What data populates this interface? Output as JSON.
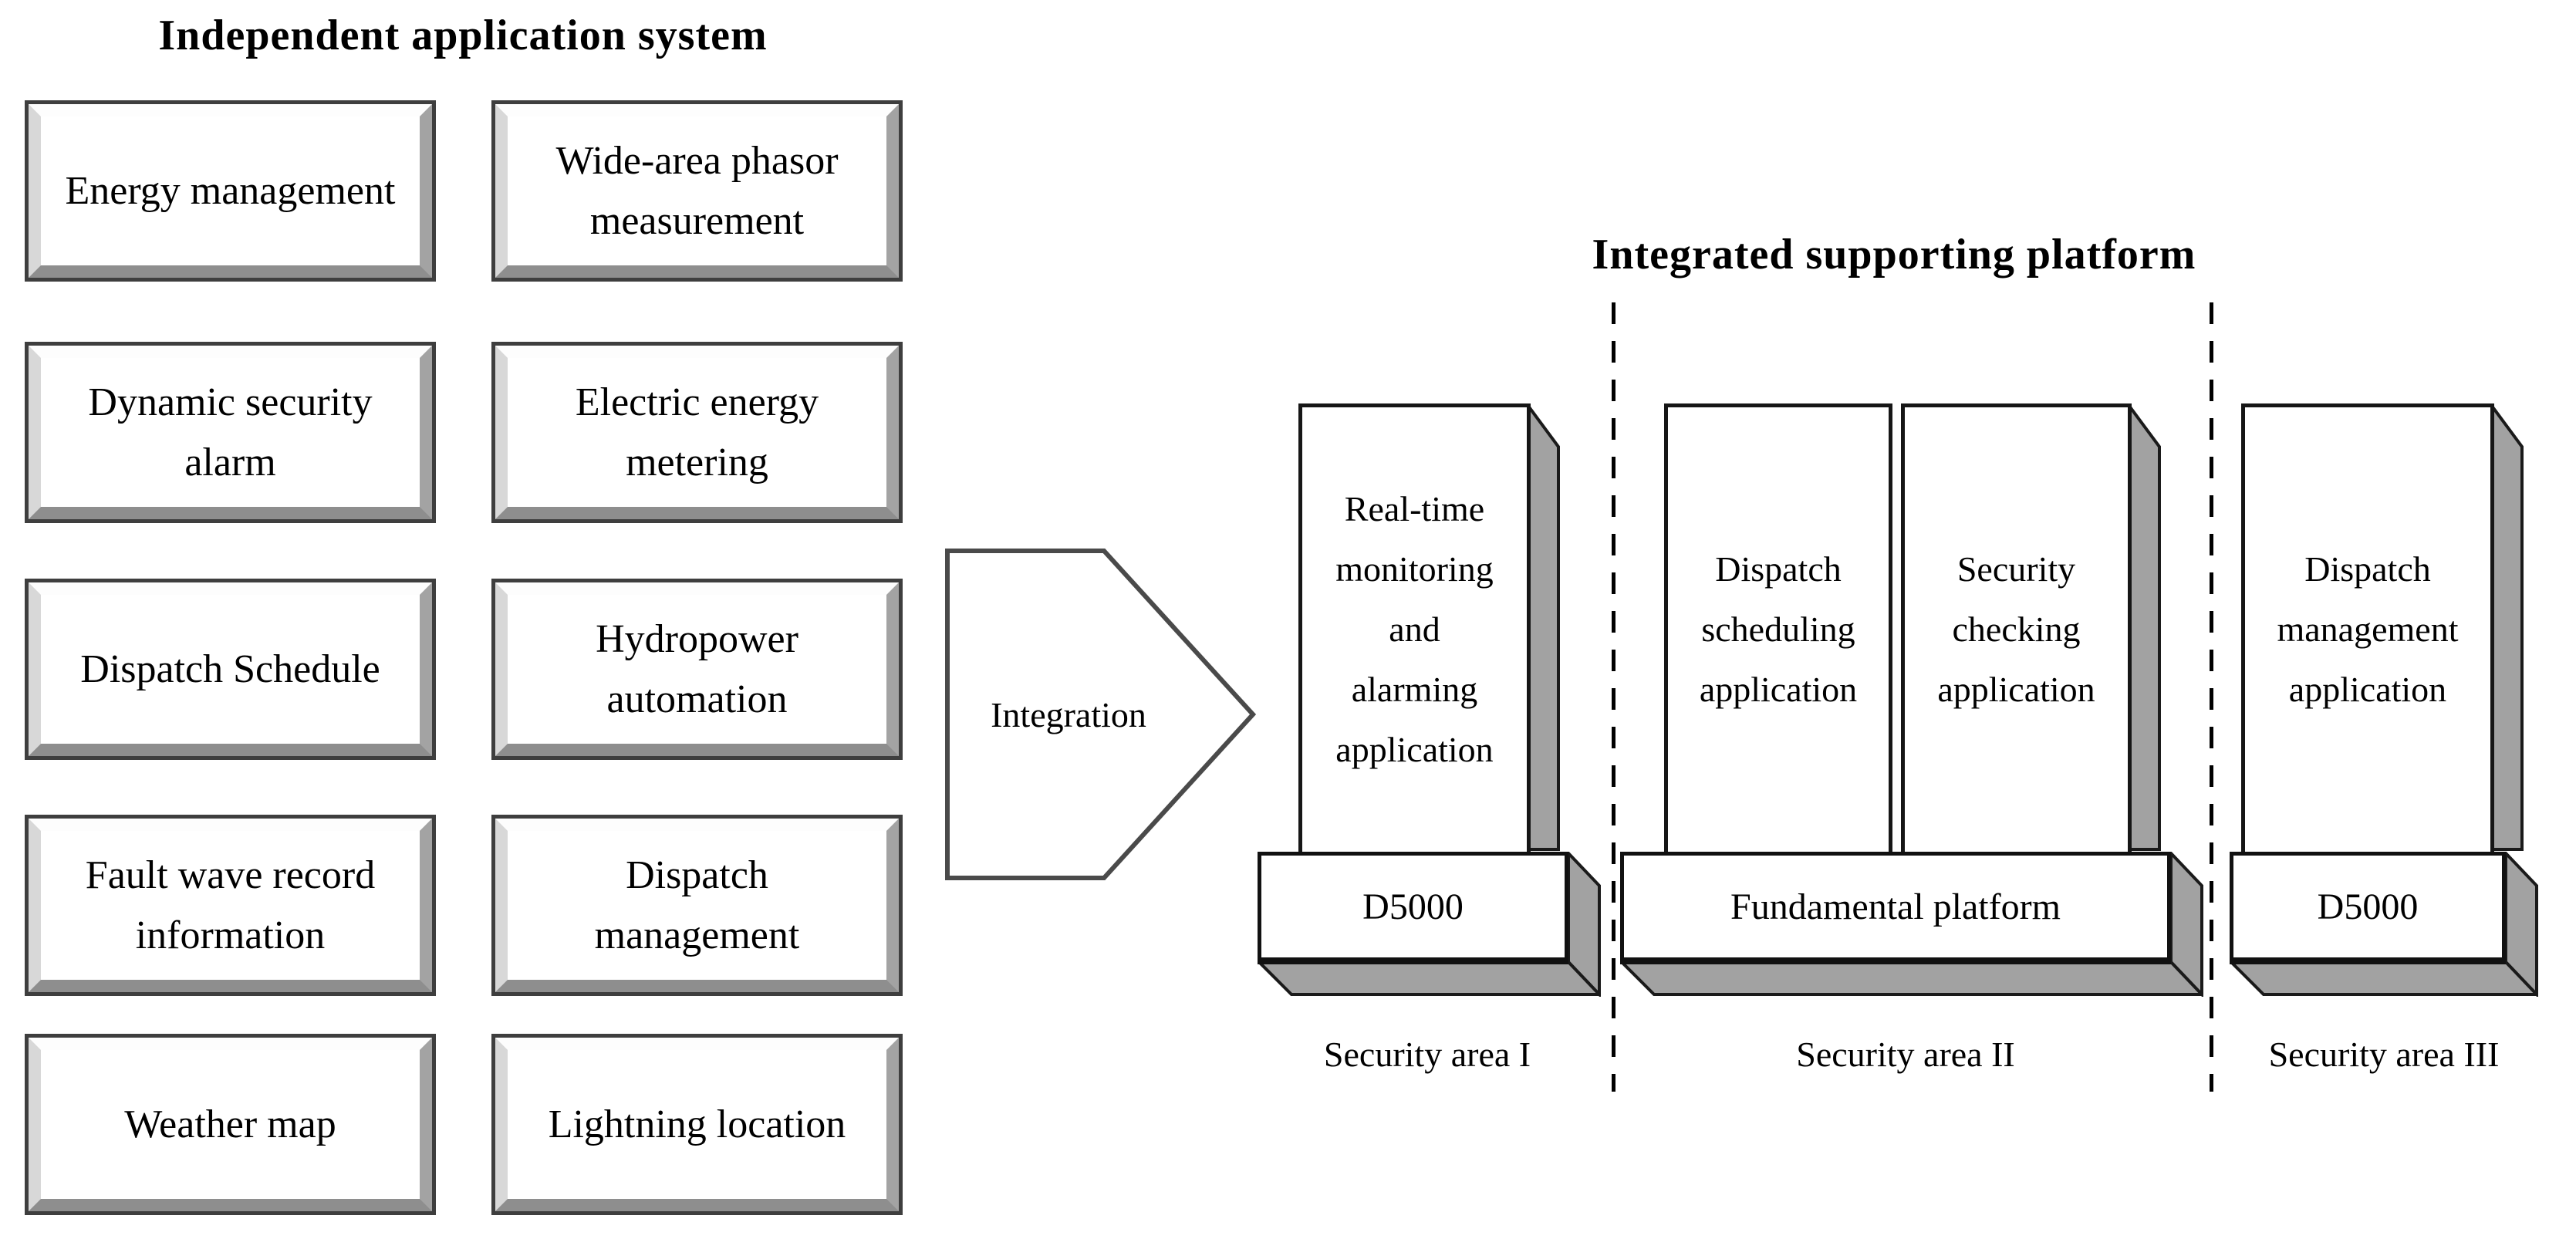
{
  "left_panel": {
    "title": "Independent application system",
    "boxes": [
      {
        "label": "Energy management"
      },
      {
        "label": "Wide-area phasor\nmeasurement"
      },
      {
        "label": "Dynamic security\nalarm"
      },
      {
        "label": "Electric energy\nmetering"
      },
      {
        "label": "Dispatch Schedule"
      },
      {
        "label": "Hydropower\nautomation"
      },
      {
        "label": "Fault wave record\ninformation"
      },
      {
        "label": "Dispatch\nmanagement"
      },
      {
        "label": "Weather map"
      },
      {
        "label": "Lightning location"
      }
    ]
  },
  "arrow": {
    "label": "Integration"
  },
  "right_panel": {
    "title": "Integrated supporting platform",
    "areas": [
      {
        "towers": [
          "Real-time\nmonitoring\nand\nalarming\napplication"
        ],
        "platform": "D5000",
        "label": "Security area I"
      },
      {
        "towers": [
          "Dispatch\nscheduling\napplication",
          "Security\nchecking\napplication"
        ],
        "platform": "Fundamental platform",
        "label": "Security area II"
      },
      {
        "towers": [
          "Dispatch\nmanagement\napplication"
        ],
        "platform": "D5000",
        "label": "Security area III"
      }
    ]
  },
  "colors": {
    "outline": "#1a1a1a",
    "box_border": "#3e3e3e",
    "depth_gray": "#a2a2a2",
    "bevel_highlight": "#fdfdfd",
    "bevel_shadow": "#8e8e8e",
    "background": "#ffffff"
  }
}
